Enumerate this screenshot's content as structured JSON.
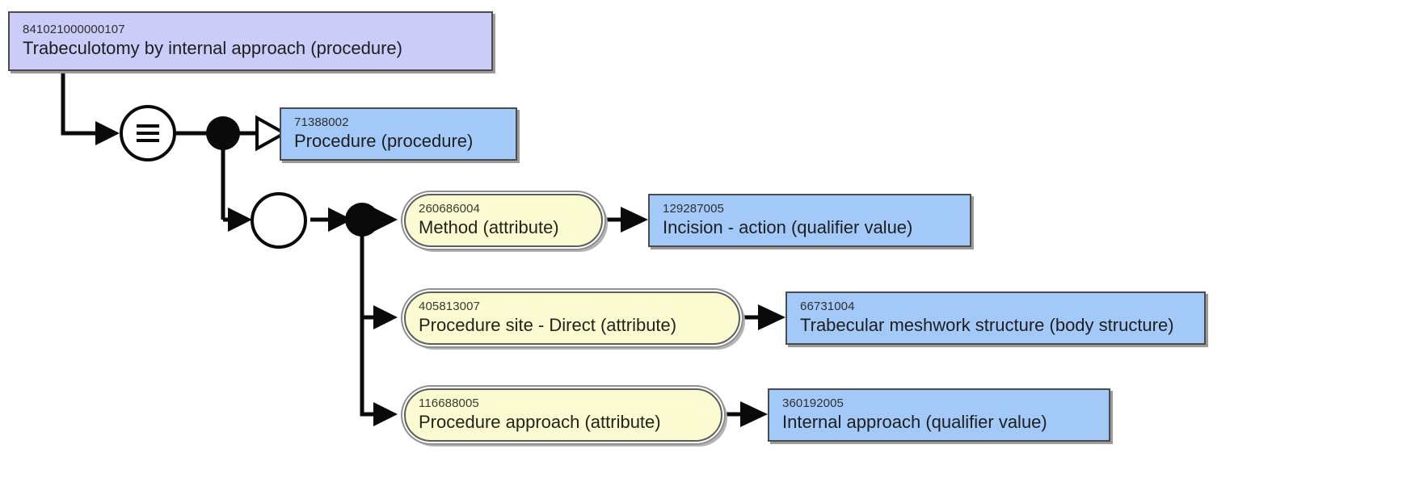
{
  "diagram": {
    "type": "snomed-ct-concept-diagram",
    "title": "Trabeculotomy by internal approach (procedure)",
    "colors": {
      "focus_concept_fill": "#ccccf9",
      "concept_fill": "#a3c9f9",
      "attribute_fill": "#fbfbd2",
      "border": "#4b4b4b",
      "connector": "#0a0a0a",
      "background": "#ffffff"
    },
    "legend_glyphs": {
      "defining_circle": "sufficiently-defined-icon",
      "role_group_circle": "role-group-icon",
      "conjunction_node": "conjunction-node-icon",
      "isa_arrow": "is-a-arrow-icon",
      "attribute_arrow": "attribute-arrow-icon"
    }
  },
  "nodes": {
    "focus": {
      "sctid": "841021000000107",
      "term": "Trabeculotomy by internal approach (procedure)",
      "kind": "focus-concept"
    },
    "parent": {
      "sctid": "71388002",
      "term": "Procedure (procedure)",
      "kind": "concept"
    },
    "attr_method": {
      "sctid": "260686004",
      "term": "Method (attribute)",
      "kind": "attribute"
    },
    "val_method": {
      "sctid": "129287005",
      "term": "Incision - action (qualifier value)",
      "kind": "concept"
    },
    "attr_site": {
      "sctid": "405813007",
      "term": "Procedure site - Direct (attribute)",
      "kind": "attribute"
    },
    "val_site": {
      "sctid": "66731004",
      "term": "Trabecular meshwork structure (body structure)",
      "kind": "concept"
    },
    "attr_approach": {
      "sctid": "116688005",
      "term": "Procedure approach (attribute)",
      "kind": "attribute"
    },
    "val_approach": {
      "sctid": "360192005",
      "term": "Internal approach (qualifier value)",
      "kind": "concept"
    }
  },
  "relationships": [
    {
      "source": "841021000000107",
      "type": "Is a",
      "target": "71388002"
    },
    {
      "source": "841021000000107",
      "type": "260686004 | Method (attribute)",
      "target": "129287005",
      "group": 1
    },
    {
      "source": "841021000000107",
      "type": "405813007 | Procedure site - Direct (attribute)",
      "target": "66731004",
      "group": 1
    },
    {
      "source": "841021000000107",
      "type": "116688005 | Procedure approach (attribute)",
      "target": "360192005",
      "group": 1
    }
  ]
}
